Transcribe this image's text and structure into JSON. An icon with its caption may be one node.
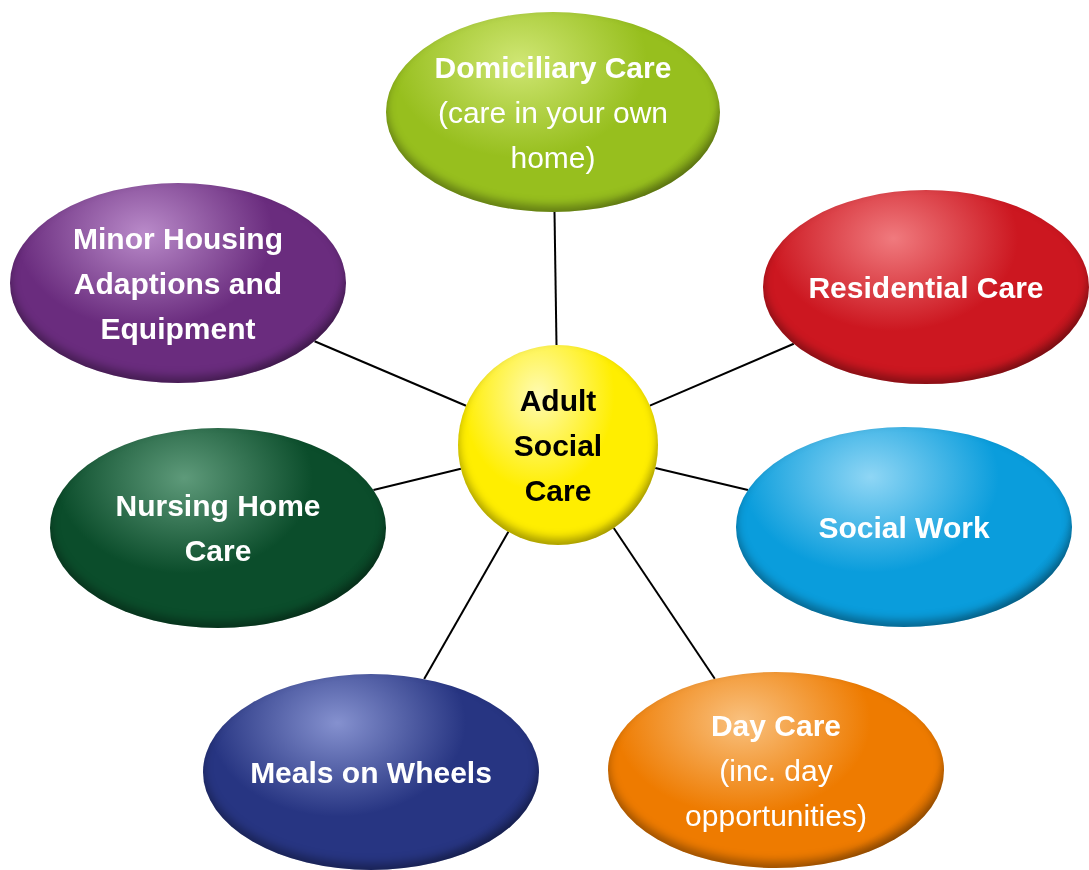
{
  "diagram": {
    "nodes": [
      {
        "text": [
          "Domiciliary Care",
          "(care in your own home)"
        ]
      },
      {
        "text": [
          "Minor Housing Adaptions and Equipment"
        ]
      },
      {
        "text": [
          "Residential Care"
        ]
      },
      {
        "text": [
          "Adult Social Care"
        ]
      },
      {
        "text": [
          "Nursing Home Care"
        ]
      },
      {
        "text": [
          "Social Work"
        ]
      },
      {
        "text": [
          "Meals on Wheels"
        ]
      },
      {
        "text": [
          "Day Care",
          "(inc. day opportunities)"
        ]
      }
    ],
    "edges": [
      {
        "from": 3,
        "to": 0,
        "arrow": "none"
      },
      {
        "from": 3,
        "to": 1,
        "arrow": "none"
      },
      {
        "from": 3,
        "to": 2,
        "arrow": "none"
      },
      {
        "from": 3,
        "to": 4,
        "arrow": "none"
      },
      {
        "from": 3,
        "to": 5,
        "arrow": "none"
      },
      {
        "from": 3,
        "to": 6,
        "arrow": "none"
      },
      {
        "from": 3,
        "to": 7,
        "arrow": "none"
      }
    ]
  }
}
